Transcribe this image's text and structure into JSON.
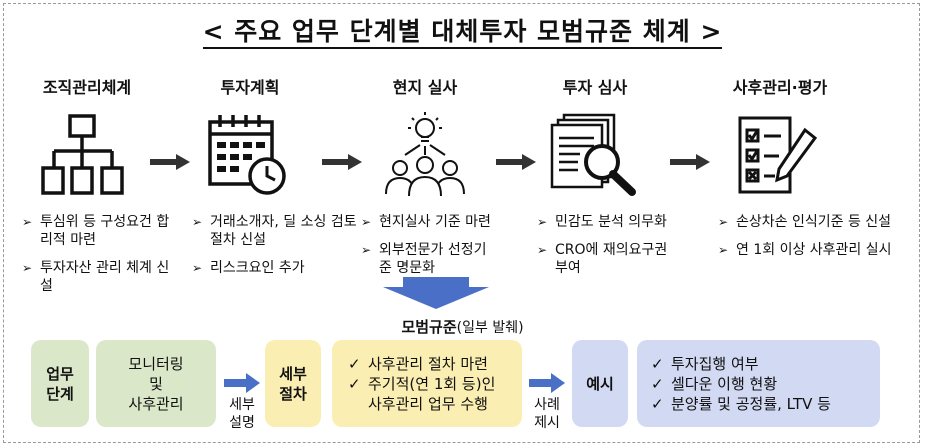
{
  "title": "< 주요 업무 단계별 대체투자 모범규준 체계 >",
  "stages": [
    {
      "label": "조직관리체계",
      "icon": "org-chart-icon",
      "bullets": [
        "투심위 등 구성요건 합리적 마련",
        "투자자산 관리 체계 신설"
      ]
    },
    {
      "label": "투자계획",
      "icon": "calendar-clock-icon",
      "bullets": [
        "거래소개자, 딜 소싱 검토절차 신설",
        "리스크요인 추가"
      ]
    },
    {
      "label": "현지 실사",
      "icon": "people-idea-icon",
      "bullets": [
        "현지실사 기준 마련",
        "외부전문가 선정기준 명문화"
      ]
    },
    {
      "label": "투자 심사",
      "icon": "document-magnifier-icon",
      "bullets": [
        "민감도 분석 의무화",
        "CRO에 재의요구권 부여"
      ]
    },
    {
      "label": "사후관리·평가",
      "icon": "checklist-pen-icon",
      "bullets": [
        "손상차손 인식기준 등 신설",
        "연 1회 이상 사후관리 실시"
      ]
    }
  ],
  "model": {
    "title": "모범규준",
    "subtitle": "(일부 발췌)",
    "stage_label": "업무\n단계",
    "stage_value": "모니터링\n및\n사후관리",
    "detail_arrow_label": "세부\n설명",
    "procedure_label": "세부\n절차",
    "procedure_items": [
      "사후관리 절차 마련",
      "주기적(연 1회 등)인\n사후관리 업무 수행"
    ],
    "example_arrow_label": "사례\n제시",
    "example_label": "예시",
    "example_items": [
      "투자집행 여부",
      "셀다운 이행 현황",
      "분양률 및 공정률, LTV 등"
    ]
  },
  "colors": {
    "green": "#dbe7c9",
    "yellow": "#fbeeb2",
    "blue": "#d2d9f2",
    "arrow_blue": "#4a6fc7",
    "arrow_dark": "#333333"
  }
}
